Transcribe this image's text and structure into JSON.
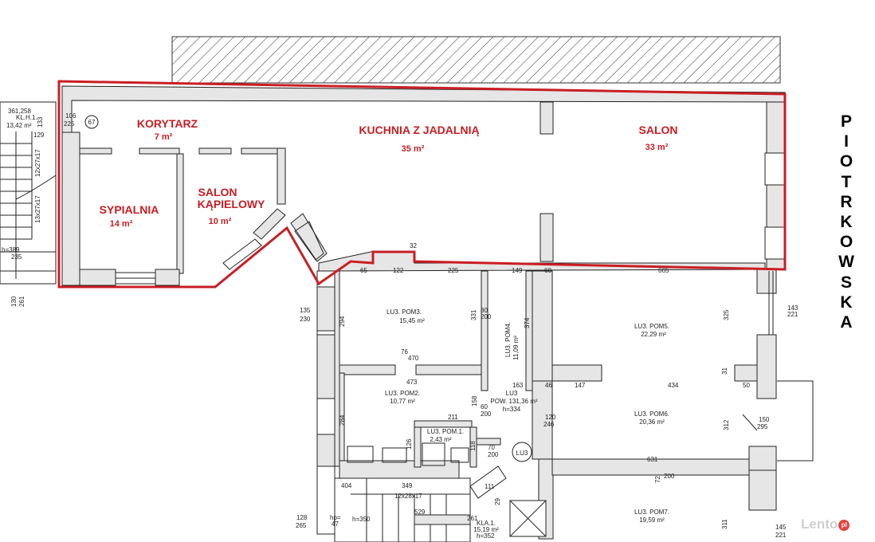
{
  "street_name": "PIOTRKOWSKA",
  "watermark": {
    "text": "Lento",
    "badge": "pl"
  },
  "highlighted_rooms": [
    {
      "name": "KORYTARZ",
      "area": "7 m²"
    },
    {
      "name": "KUCHNIA Z JADALNIĄ",
      "area": "35 m²"
    },
    {
      "name": "SALON",
      "area": "33 m²"
    },
    {
      "name": "SYPIALNIA",
      "area": "14 m²"
    },
    {
      "name_line1": "SALON",
      "name_line2": "KĄPIELOWY",
      "area": "10 m²"
    }
  ],
  "lower_rooms": [
    {
      "name": "LU3. POM3.",
      "area": "15,45 m²"
    },
    {
      "name": "LU3. POM2.",
      "area": "10,77 m²"
    },
    {
      "name": "LU3. POM.1.",
      "area": "2,43 m²"
    },
    {
      "name": "LU3. POM4.",
      "area": "11,09 m²"
    },
    {
      "name": "LU3. POM5.",
      "area": "22,29 m²"
    },
    {
      "name": "LU3. POM6.",
      "area": "20,36 m²"
    },
    {
      "name": "LU3. POM7.",
      "area": "19,59 m²"
    },
    {
      "name": "KLA.1.",
      "area": "15,19 m²"
    },
    {
      "name": "KL.H.1.",
      "area": "13,42 m²"
    }
  ],
  "unit_label": {
    "code": "LU3",
    "area": "POW. 131,36 m²",
    "height": "h=334",
    "circle": "LU3",
    "ref": "67"
  },
  "stair_labels": [
    "12x27x17",
    "13x27x17",
    "12x28x17",
    "h=389",
    "h=352",
    "h=350"
  ],
  "dimensions": [
    "361,258",
    "106",
    "225",
    "133",
    "129",
    "235",
    "130",
    "261",
    "32",
    "65",
    "122",
    "225",
    "149",
    "60",
    "665",
    "135",
    "230",
    "294",
    "76",
    "470",
    "473",
    "331",
    "80",
    "200",
    "374",
    "163",
    "46",
    "147",
    "434",
    "50",
    "325",
    "143",
    "221",
    "31",
    "158",
    "60",
    "200",
    "211",
    "120",
    "246",
    "312",
    "150",
    "295",
    "284",
    "126",
    "118",
    "70",
    "200",
    "631",
    "72",
    "200",
    "404",
    "349",
    "111",
    "29",
    "529",
    "261",
    "128",
    "265",
    "hp=",
    "47",
    "311",
    "145",
    "221"
  ]
}
